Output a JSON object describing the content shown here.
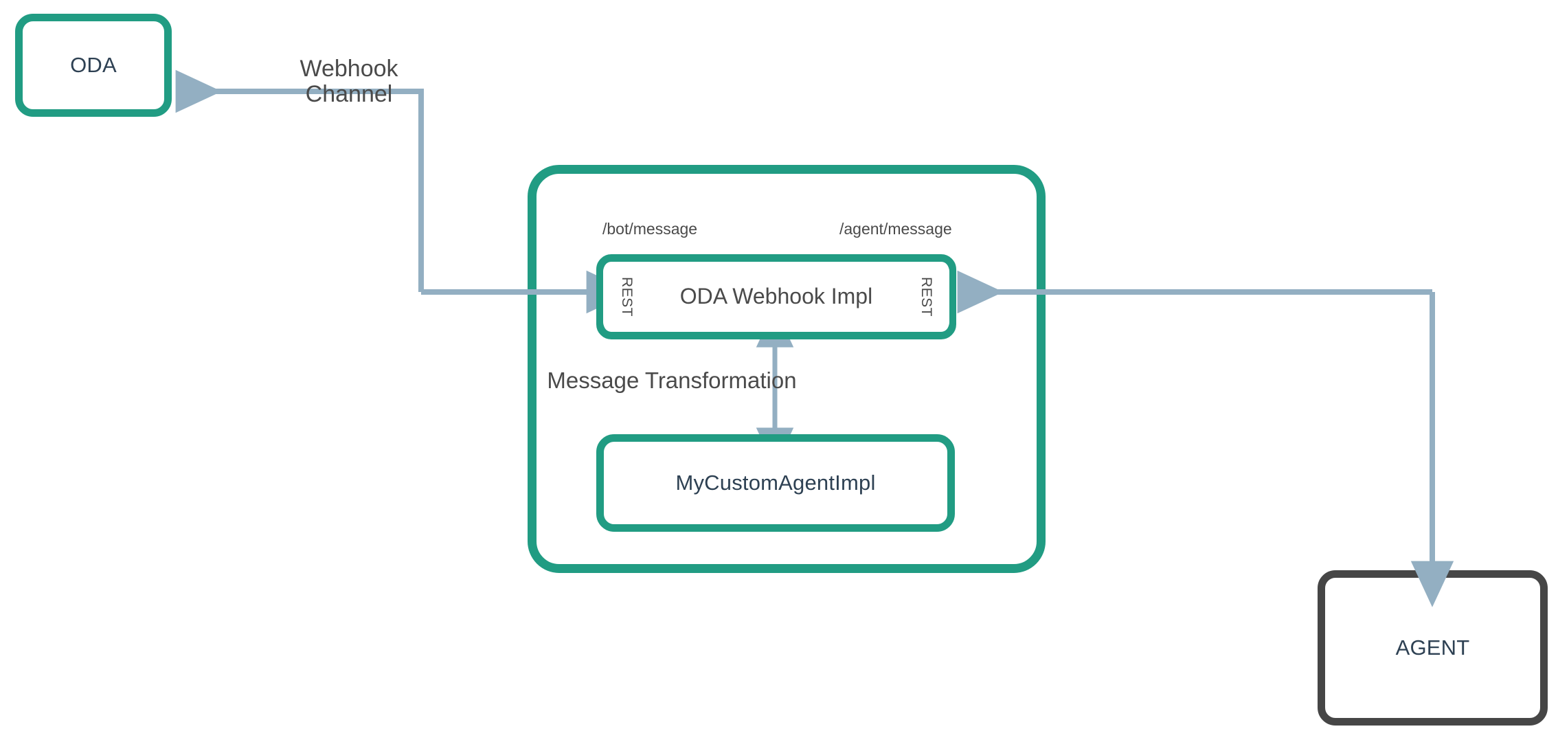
{
  "diagram": {
    "title": "ODA Webhook Agent Integration",
    "colors": {
      "accent_green": "#219C83",
      "dark_border": "#464646",
      "connector_blue": "#93AFC2",
      "label_gray": "#4A4A4A",
      "node_text": "#2E4153",
      "background": "#FFFFFF"
    }
  },
  "nodes": {
    "oda": {
      "label": "ODA"
    },
    "middleware": {
      "label": ""
    },
    "webhook_impl": {
      "label": "ODA Webhook Impl"
    },
    "rest_left": {
      "label": "REST"
    },
    "rest_right": {
      "label": "REST"
    },
    "custom_agent": {
      "label": "MyCustomAgentImpl"
    },
    "agent": {
      "label": "AGENT"
    }
  },
  "captions": {
    "bot_message": "/bot/message",
    "agent_message": "/agent/message"
  },
  "edges": {
    "webhook_channel": {
      "label": "Webhook Channel",
      "label_line1": "Webhook",
      "label_line2": "Channel"
    },
    "message_transformation": {
      "label": "Message Transformation"
    }
  }
}
